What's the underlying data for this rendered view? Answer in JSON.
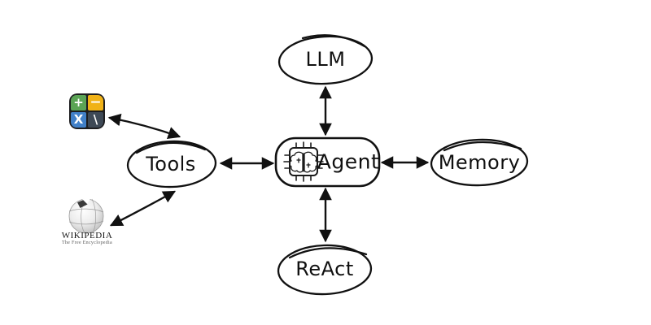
{
  "diagram": {
    "nodes": {
      "llm": {
        "label": "LLM"
      },
      "tools": {
        "label": "Tools"
      },
      "agent": {
        "label": "Agent"
      },
      "memory": {
        "label": "Memory"
      },
      "react": {
        "label": "ReAct"
      }
    },
    "connections": [
      {
        "from": "llm",
        "to": "agent",
        "bidirectional": true
      },
      {
        "from": "tools",
        "to": "agent",
        "bidirectional": true
      },
      {
        "from": "memory",
        "to": "agent",
        "bidirectional": true
      },
      {
        "from": "react",
        "to": "agent",
        "bidirectional": true
      },
      {
        "from": "calculator",
        "to": "tools",
        "bidirectional": true
      },
      {
        "from": "wikipedia",
        "to": "tools",
        "bidirectional": true
      }
    ],
    "icons": {
      "agent_chip": {
        "name": "brain-chip-icon"
      },
      "calculator": {
        "name": "calculator-icon",
        "keys": {
          "plus": "+",
          "minus": "−",
          "multiply": "X",
          "divide": "\\"
        },
        "colors": {
          "plus": "#5ba455",
          "minus": "#f0b217",
          "multiply": "#4180c8",
          "divide": "#3e4956",
          "frame": "#1d1d1f",
          "glyph": "#ffffff"
        }
      },
      "wikipedia": {
        "name": "wikipedia-globe-icon",
        "title": "WIKIPEDIA",
        "subtitle": "The Free Encyclopedia"
      }
    },
    "colors": {
      "stroke": "#111111",
      "background": "#ffffff"
    }
  }
}
